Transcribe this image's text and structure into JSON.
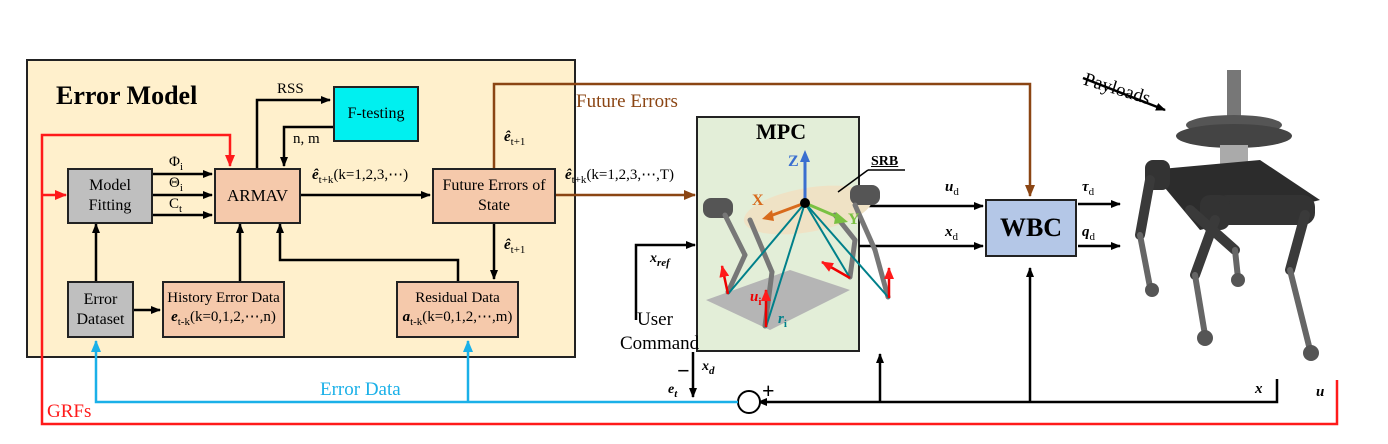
{
  "colors": {
    "error_model_bg": "#fff0cc",
    "mpc_bg": "#e3eed8",
    "wbc_bg": "#b4c7e7",
    "armav_bg": "#f5c9ab",
    "gray_box": "#bfbfbf",
    "ftesting_bg": "#00f0f0",
    "future_errors_line": "#8b4513",
    "error_data_line": "#1ab0e8",
    "grfs_line": "#ff1a1a"
  },
  "error_model": {
    "title": "Error Model",
    "model_fitting": "Model Fitting",
    "armav": "ARMAV",
    "f_testing": "F-testing",
    "future_errors_box": "Future Errors of State",
    "error_dataset": "Error Dataset",
    "history_error_data": {
      "title": "History Error Data",
      "formula_sym": "e",
      "formula_sub": "t-k",
      "formula_rest": "(k=0,1,2,⋯,n)"
    },
    "residual_data": {
      "title": "Residual Data",
      "formula_sym": "a",
      "formula_sub": "t-k",
      "formula_rest": "(k=0,1,2,⋯,m)"
    },
    "labels": {
      "rss": "RSS",
      "nm": "n, m",
      "phi": "Φ",
      "theta": "Θ",
      "c": "C",
      "sub_i": "i",
      "sub_t": "t",
      "e_hat": "ê",
      "e_hat_sub_tk": "t+k",
      "e_hat_sub_t1": "t+1",
      "armav_out_rest": "(k=1,2,3,⋯)"
    }
  },
  "signals": {
    "future_errors": "Future Errors",
    "mpc_input_rest": "(k=1,2,3,⋯,T)",
    "x_ref": "x",
    "x_ref_sub": "ref",
    "user_command": "User Command",
    "u_d": "u",
    "x_d": "x",
    "sub_d": "d",
    "tau_d": "τ",
    "q_d": "q",
    "x_d_fb": "x",
    "x_d_fb_sub": "d",
    "e_t": "e",
    "e_t_sub": "t",
    "minus": "−",
    "plus": "+",
    "x": "x",
    "u": "u",
    "error_data": "Error Data",
    "grfs": "GRFs",
    "payloads": "Payloads"
  },
  "mpc": {
    "title": "MPC",
    "srb": "SRB",
    "axis_x": "X",
    "axis_y": "Y",
    "axis_z": "Z",
    "u_i": "u",
    "r_i": "r",
    "sub_i": "i"
  },
  "wbc": {
    "title": "WBC"
  }
}
